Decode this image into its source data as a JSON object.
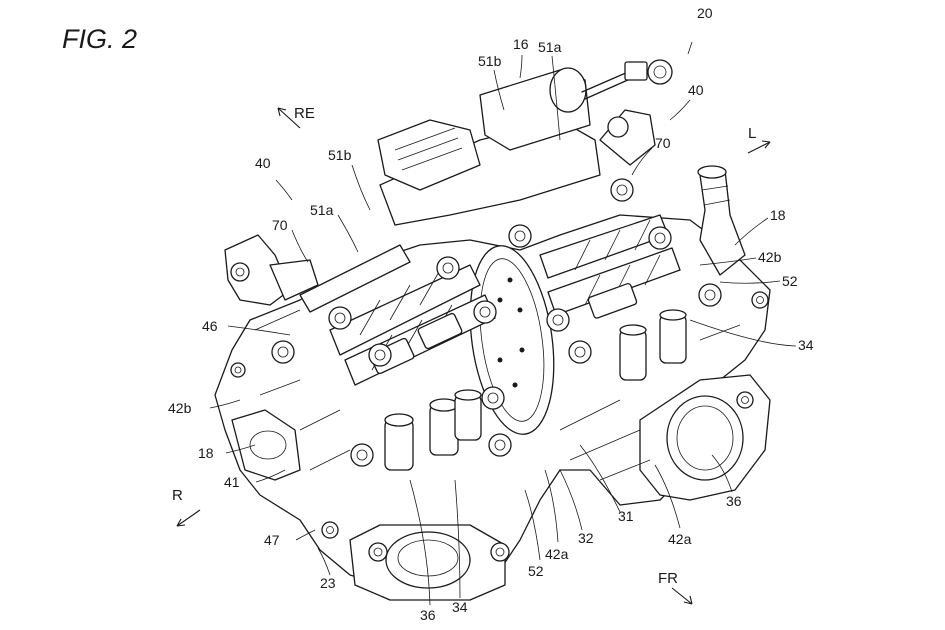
{
  "figure": {
    "title": "FIG. 2",
    "labels": [
      {
        "id": "20",
        "text": "20"
      },
      {
        "id": "16",
        "text": "16"
      },
      {
        "id": "51a-top",
        "text": "51a"
      },
      {
        "id": "51b-top",
        "text": "51b"
      },
      {
        "id": "40-right",
        "text": "40"
      },
      {
        "id": "70-right",
        "text": "70"
      },
      {
        "id": "18-right",
        "text": "18"
      },
      {
        "id": "42b-right",
        "text": "42b"
      },
      {
        "id": "52-right",
        "text": "52"
      },
      {
        "id": "34-right",
        "text": "34"
      },
      {
        "id": "36-right",
        "text": "36"
      },
      {
        "id": "42a-right",
        "text": "42a"
      },
      {
        "id": "31",
        "text": "31"
      },
      {
        "id": "32",
        "text": "32"
      },
      {
        "id": "42a-bottom",
        "text": "42a"
      },
      {
        "id": "52-bottom",
        "text": "52"
      },
      {
        "id": "34-bottom",
        "text": "34"
      },
      {
        "id": "36-bottom",
        "text": "36"
      },
      {
        "id": "23",
        "text": "23"
      },
      {
        "id": "47",
        "text": "47"
      },
      {
        "id": "41",
        "text": "41"
      },
      {
        "id": "18-left",
        "text": "18"
      },
      {
        "id": "42b-left",
        "text": "42b"
      },
      {
        "id": "46",
        "text": "46"
      },
      {
        "id": "70-left",
        "text": "70"
      },
      {
        "id": "51a-left",
        "text": "51a"
      },
      {
        "id": "51b-left",
        "text": "51b"
      },
      {
        "id": "40-left",
        "text": "40"
      }
    ],
    "directions": {
      "re": "RE",
      "l": "L",
      "r": "R",
      "fr": "FR"
    }
  }
}
